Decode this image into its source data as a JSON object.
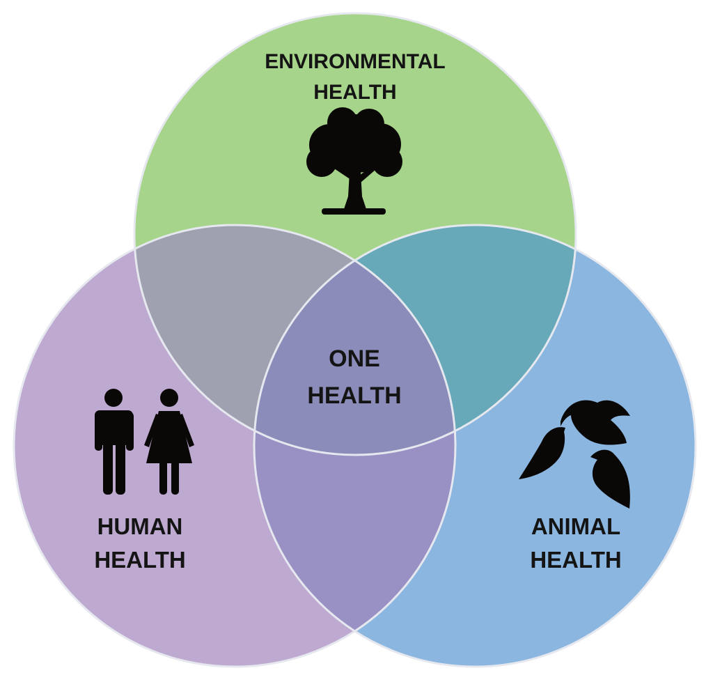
{
  "circles": {
    "environmental": {
      "label_line1": "ENVIRONMENTAL",
      "label_line2": "HEALTH",
      "color": "#a6d48a",
      "icon": "tree-icon"
    },
    "human": {
      "label_line1": "HUMAN",
      "label_line2": "HEALTH",
      "color": "#bea9d1",
      "icon": "man-woman-icon"
    },
    "animal": {
      "label_line1": "ANIMAL",
      "label_line2": "HEALTH",
      "color": "#8bb6df",
      "icon": "birds-icon"
    }
  },
  "center": {
    "label_line1": "ONE",
    "label_line2": "HEALTH"
  },
  "overlap_colors": {
    "environmental_human": "#9fa1b1",
    "environmental_animal": "#67a9b9",
    "human_animal": "#9990c4",
    "all": "#8b8cb9"
  },
  "outline_color": "#e6e8ef",
  "icon_color": "#0a0707"
}
